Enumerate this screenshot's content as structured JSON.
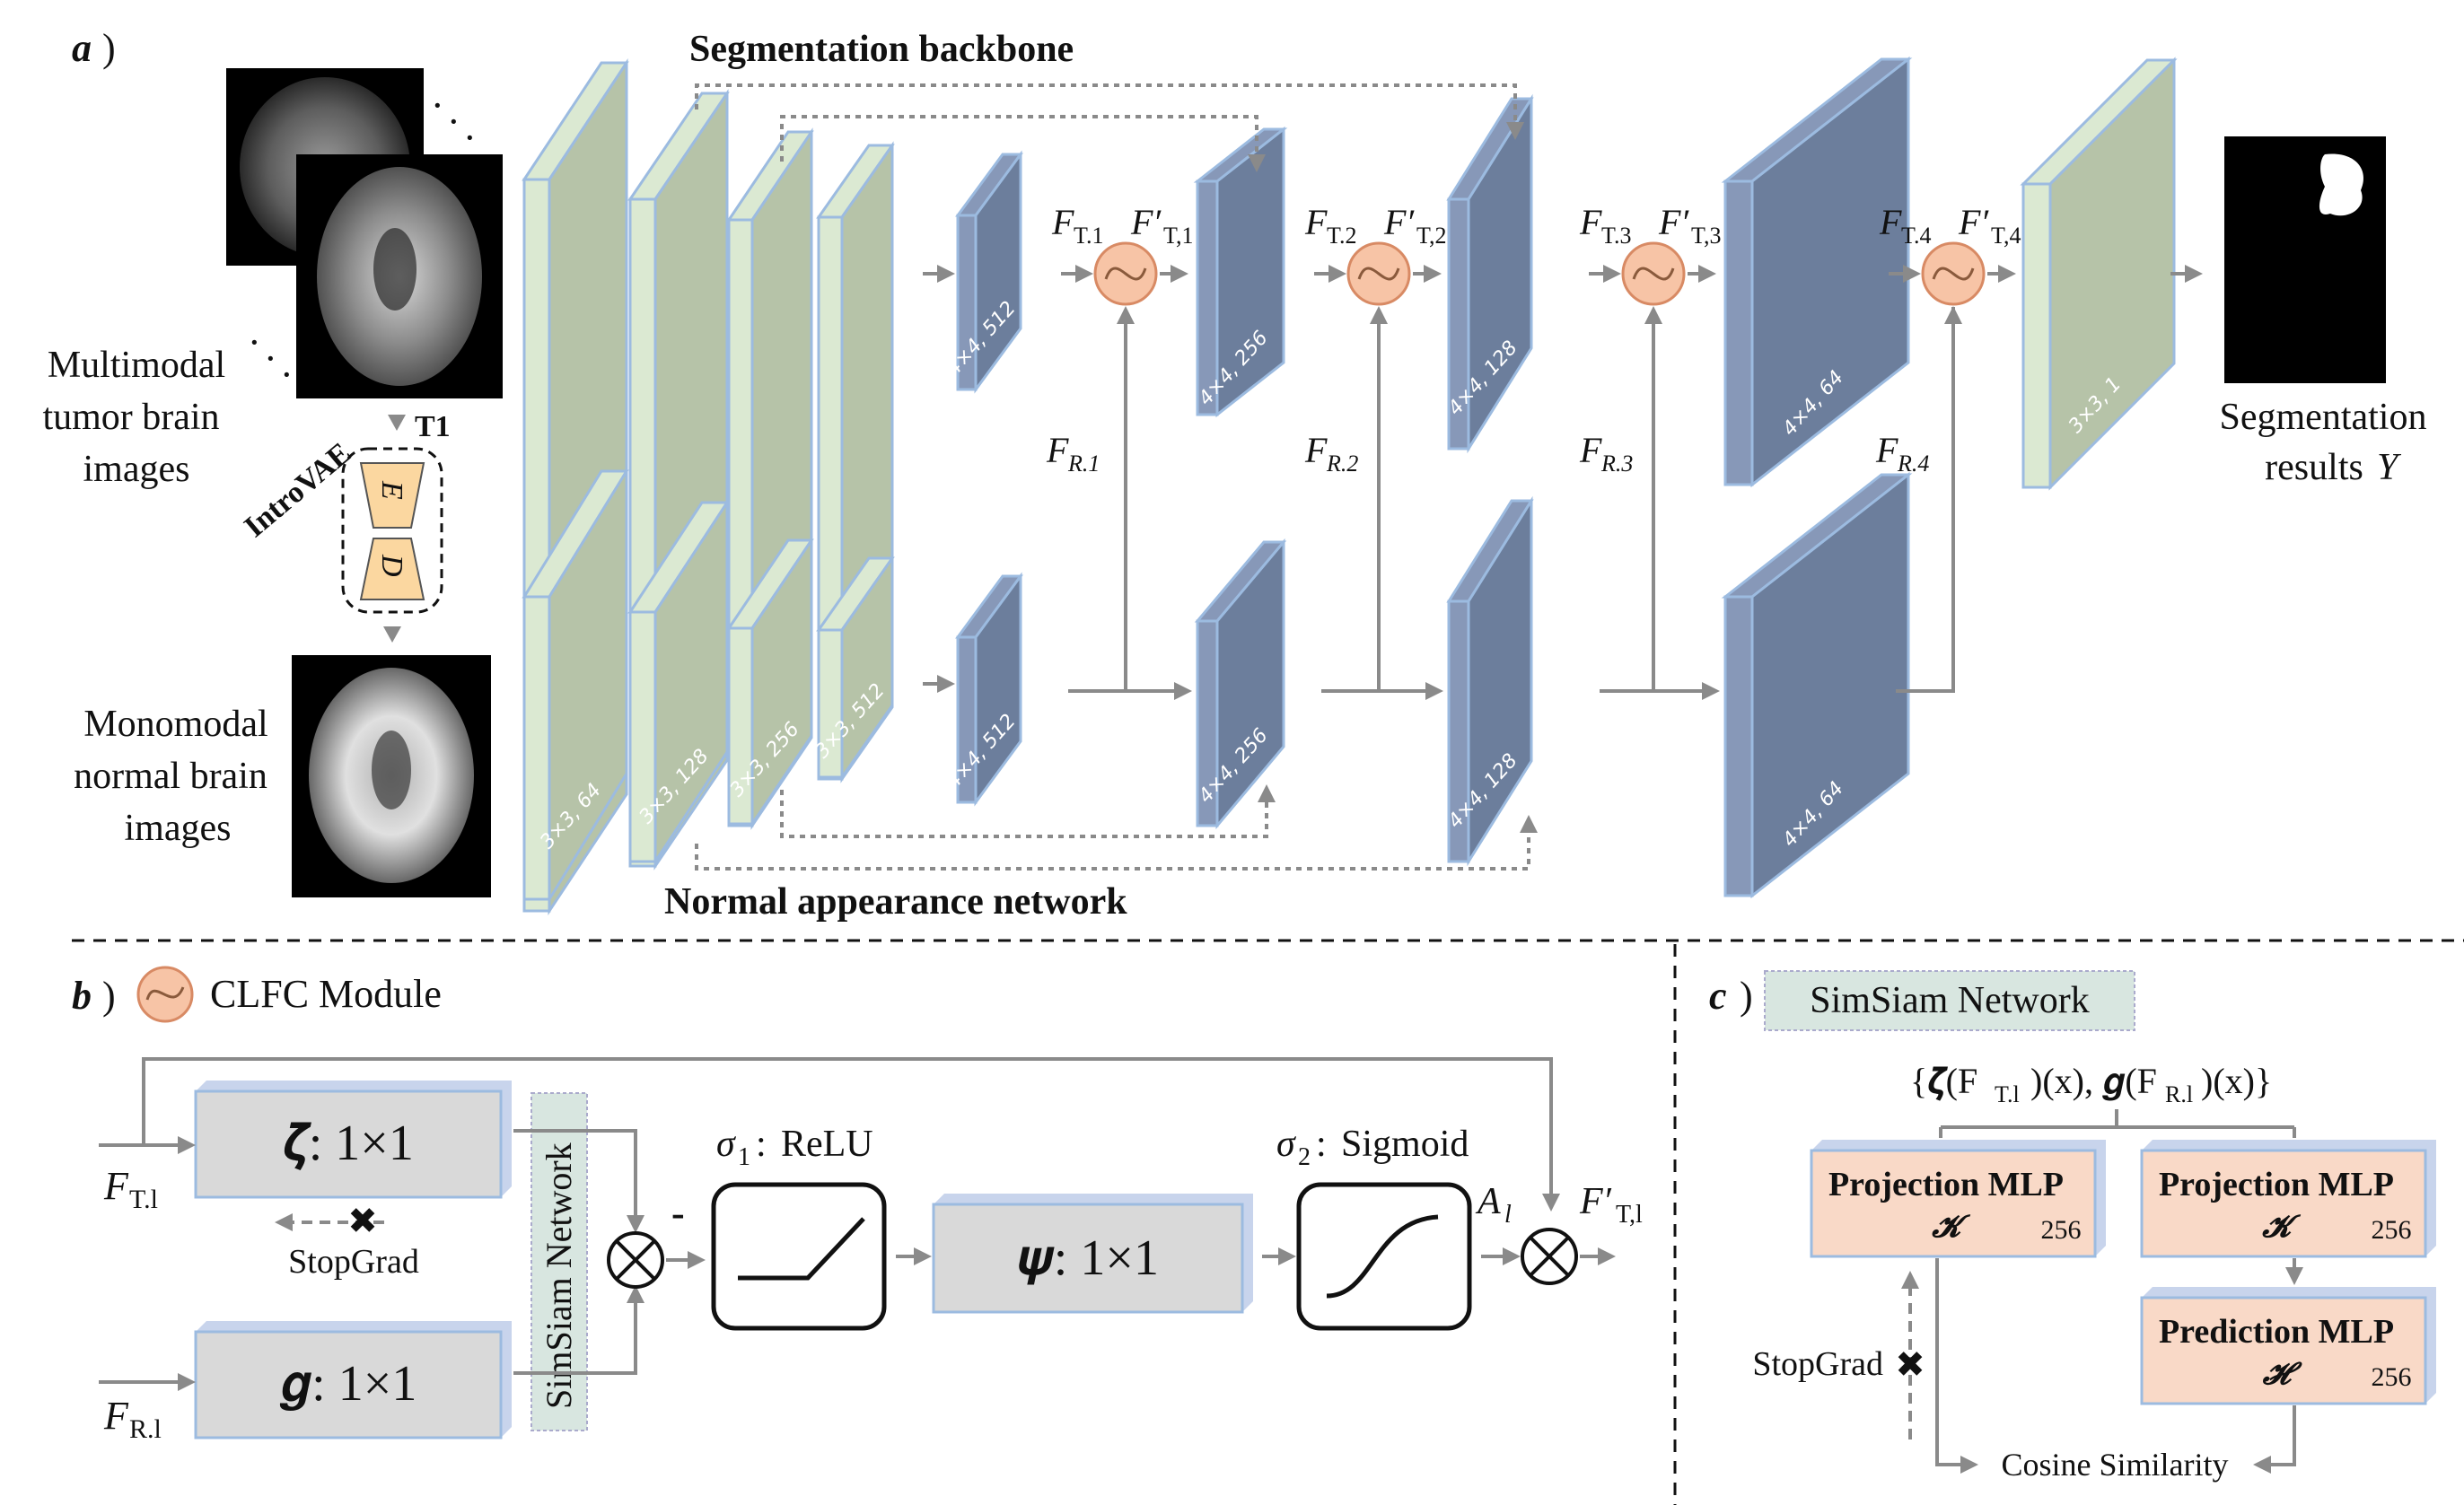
{
  "panel_a": {
    "tag": "a",
    "backbone_title": "Segmentation backbone",
    "normal_title": "Normal appearance network",
    "input_label_lines": [
      "Multimodal",
      "tumor brain",
      "images"
    ],
    "t1": "T1",
    "introvae": "IntroVAE",
    "encoder": "E",
    "decoder": "D",
    "normal_label_lines": [
      "Monomodal",
      "normal brain",
      "images"
    ],
    "output_label_lines": [
      "Segmentation",
      "results"
    ],
    "output_symbol": "Y",
    "top_blocks": [
      "3×3, 64",
      "3×3, 128",
      "3×3, 256",
      "3×3, 512",
      "4×4, 512",
      "4×4, 256",
      "4×4, 128",
      "4×4, 64",
      "3×3, 1"
    ],
    "bottom_blocks": [
      "3×3, 64",
      "3×3, 128",
      "3×3, 256",
      "3×3, 512",
      "4×4, 512",
      "4×4, 256",
      "4×4, 128",
      "4×4, 64"
    ],
    "clfc_labels": [
      {
        "ft": "T.1",
        "ftp": "T,1",
        "fr": "R.1"
      },
      {
        "ft": "T.2",
        "ftp": "T,2",
        "fr": "R.2"
      },
      {
        "ft": "T.3",
        "ftp": "T,3",
        "fr": "R.3"
      },
      {
        "ft": "T.4",
        "ftp": "T,4",
        "fr": "R.4"
      }
    ]
  },
  "panel_b": {
    "tag": "b",
    "title": "CLFC Module",
    "zeta_op": "𝜻: 1×1",
    "g_op": "𝒈: 1×1",
    "psi_op": "𝝍: 1×1",
    "simsiam_vertical": "SimSiam Network",
    "stopgrad": "StopGrad",
    "relu": "ReLU",
    "sigmoid": "Sigmoid",
    "sigma1": "1",
    "sigma2": "2",
    "minus": "-",
    "in_top_sub": "T.l",
    "in_bottom_sub": "R.l",
    "a_sub": "l",
    "out_sub": "T,l"
  },
  "panel_c": {
    "tag": "c",
    "title": "SimSiam Network",
    "formula": "{𝜻(F",
    "formula_sub1": "T.l",
    "formula_mid": ")(x), 𝒈(F",
    "formula_sub2": "R.l",
    "formula_end": ")(x)}",
    "proj1": "Projection MLP",
    "proj2": "Projection MLP",
    "pred": "Prediction MLP",
    "k_symbol": "𝓚",
    "h_symbol": "𝓗",
    "dim": "256",
    "stopgrad": "StopGrad",
    "cosine": "Cosine Similarity"
  },
  "colors": {
    "encoder_front": "#b6c3a8",
    "encoder_side": "#dbe9d2",
    "decoder_front": "#6c7e9c",
    "decoder_side": "#8798b8",
    "edge": "#9cbbe0",
    "clfc_fill": "#f7c4a6",
    "mlp_fill": "#f9d9c7",
    "op_fill": "#d9d9d9",
    "arrow": "#8a8a8a"
  }
}
